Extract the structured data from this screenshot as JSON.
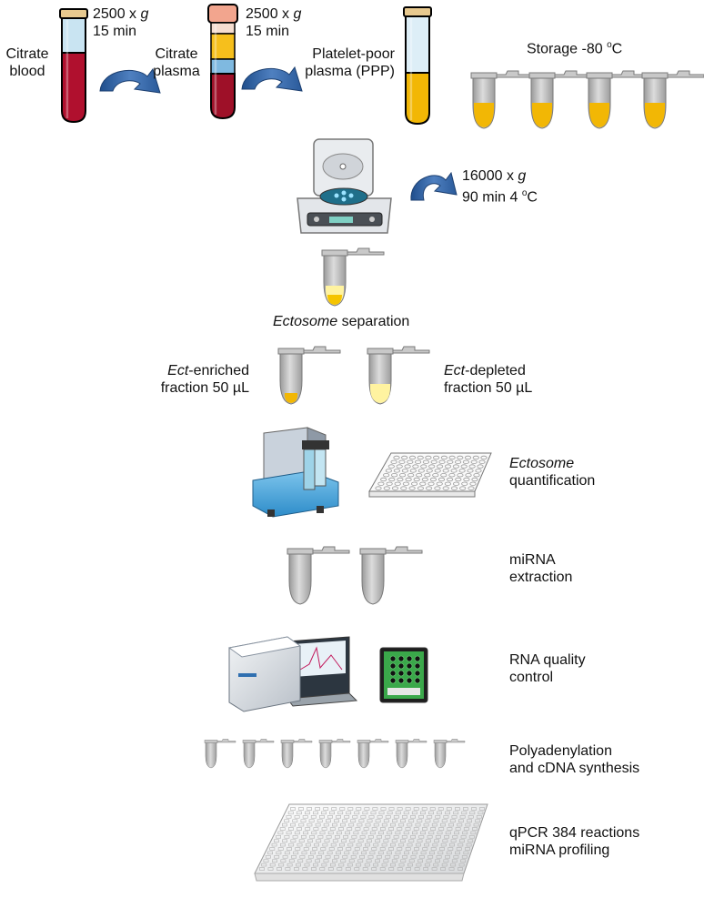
{
  "steps": {
    "citrate_blood": {
      "line1": "Citrate",
      "line2": "blood"
    },
    "spin1": {
      "speed": "2500 x ",
      "unit": "g",
      "time": "15 min"
    },
    "citrate_plasma": {
      "line1": "Citrate",
      "line2": "plasma"
    },
    "spin2": {
      "speed": "2500 x ",
      "unit": "g",
      "time": "15 min"
    },
    "ppp": {
      "line1": "Platelet-poor",
      "line2": "plasma  (PPP)"
    },
    "storage": {
      "text": "Storage -80 ",
      "deg": "o",
      "unit": "C"
    },
    "spin3": {
      "speed": "16000 x ",
      "unit": "g",
      "time_prefix": "90 min 4 ",
      "deg": "o",
      "unit2": "C"
    },
    "separation": {
      "italic": "Ectosome",
      "rest": " separation"
    },
    "enriched": {
      "italic": "Ect",
      "rest": "-enriched",
      "line2": "fraction 50 µL"
    },
    "depleted": {
      "italic": "Ect",
      "rest": "-depleted",
      "line2": "fraction 50 µL"
    },
    "quantification": {
      "italic": "Ectosome",
      "line2": "quantification"
    },
    "mirna_extraction": {
      "line1": "miRNA",
      "line2": "extraction"
    },
    "rna_quality": {
      "line1": "RNA quality",
      "line2": "control"
    },
    "polyadenylation": {
      "line1": "Polyadenylation",
      "line2": "and cDNA synthesis"
    },
    "qpcr": {
      "line1": "qPCR 384 reactions",
      "line2": "miRNA profiling"
    }
  },
  "icons": [
    "blood-tube-icon",
    "plasma-tube-icon",
    "ppp-tube-icon",
    "curved-arrow-icon",
    "microtube-icon",
    "centrifuge-icon",
    "nanoparticle-analyzer-icon",
    "well-plate-96-icon",
    "bioanalyzer-icon",
    "rna-chip-icon",
    "qpcr-plate-384-icon"
  ],
  "colors": {
    "blood": "#b0102e",
    "plasma": "#f6bf1c",
    "ppp": "#f2b705",
    "serum_top": "#c9e4f2",
    "arrow": "#2f5fa0",
    "pale_yellow": "#fff3a0",
    "tube_gray": "#b3b3b3"
  }
}
